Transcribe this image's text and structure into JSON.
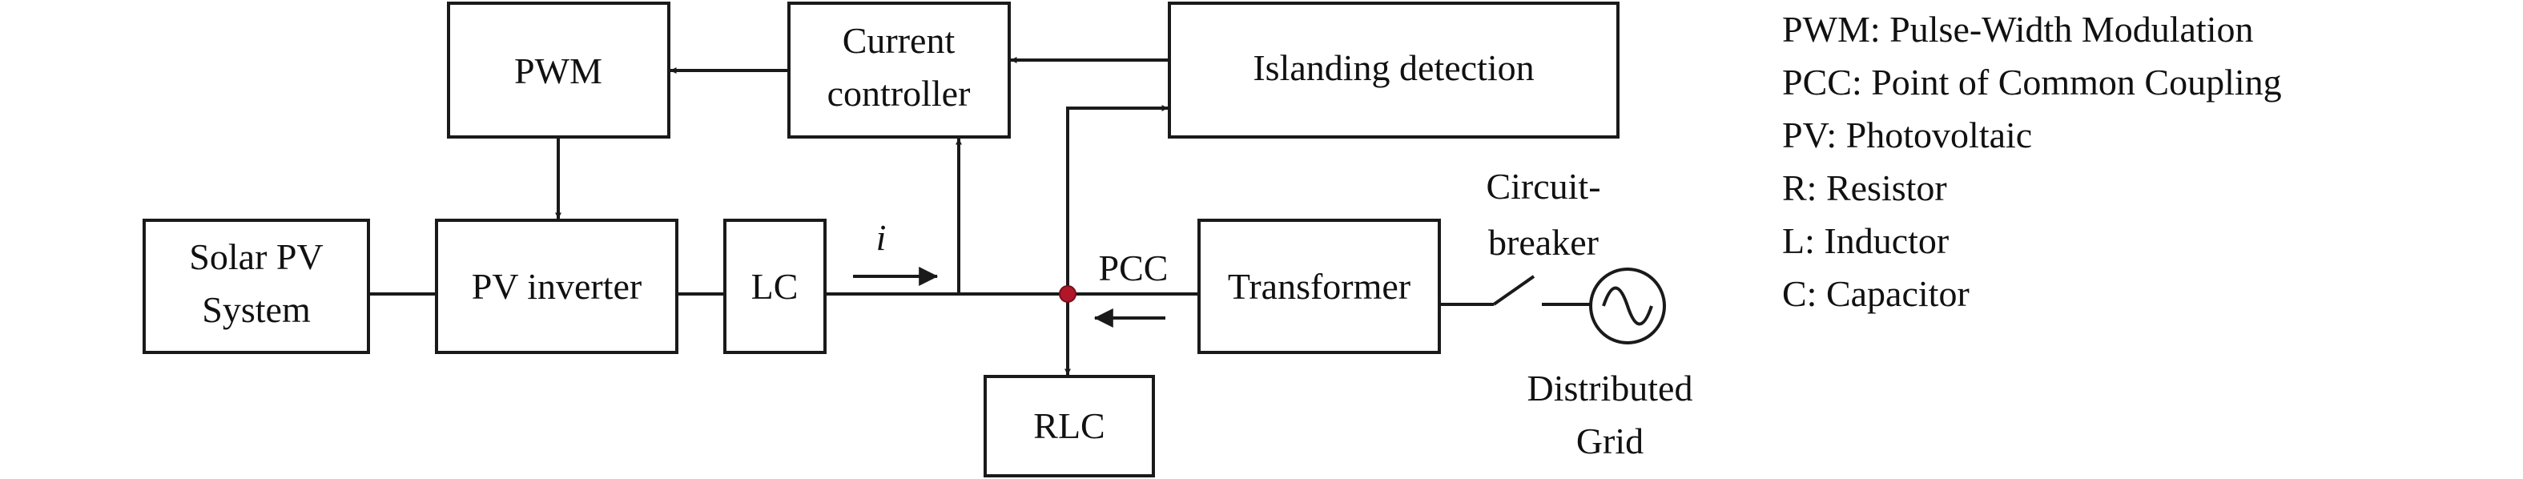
{
  "blocks": {
    "pwm": "PWM",
    "current_controller": [
      "Current",
      "controller"
    ],
    "islanding_detection": "Islanding detection",
    "solar_pv_system": [
      "Solar PV",
      "System"
    ],
    "pv_inverter": "PV inverter",
    "lc": "LC",
    "transformer": "Transformer",
    "rlc": "RLC"
  },
  "labels": {
    "current": "i",
    "pcc": "PCC",
    "circuit_breaker": [
      "Circuit-",
      "breaker"
    ],
    "distributed_grid": [
      "Distributed",
      "Grid"
    ]
  },
  "legend": [
    "PWM: Pulse-Width Modulation",
    "PCC: Point of Common Coupling",
    "PV: Photovoltaic",
    "R: Resistor",
    "L: Inductor",
    "C: Capacitor"
  ],
  "colors": {
    "line": "#1a1a1a",
    "pcc_node": "#b0182a"
  }
}
